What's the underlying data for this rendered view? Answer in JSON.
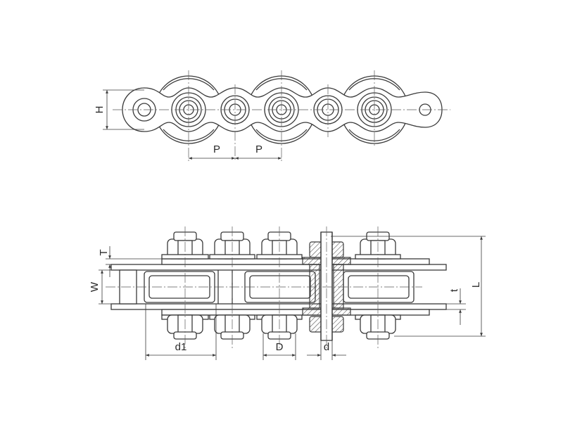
{
  "labels": {
    "H": "H",
    "P1": "P",
    "P2": "P",
    "T": "T",
    "W": "W",
    "t": "t",
    "L": "L",
    "d1": "d1",
    "D": "D",
    "d": "d"
  },
  "colors": {
    "line": "#3a3a3a",
    "background": "#ffffff"
  }
}
